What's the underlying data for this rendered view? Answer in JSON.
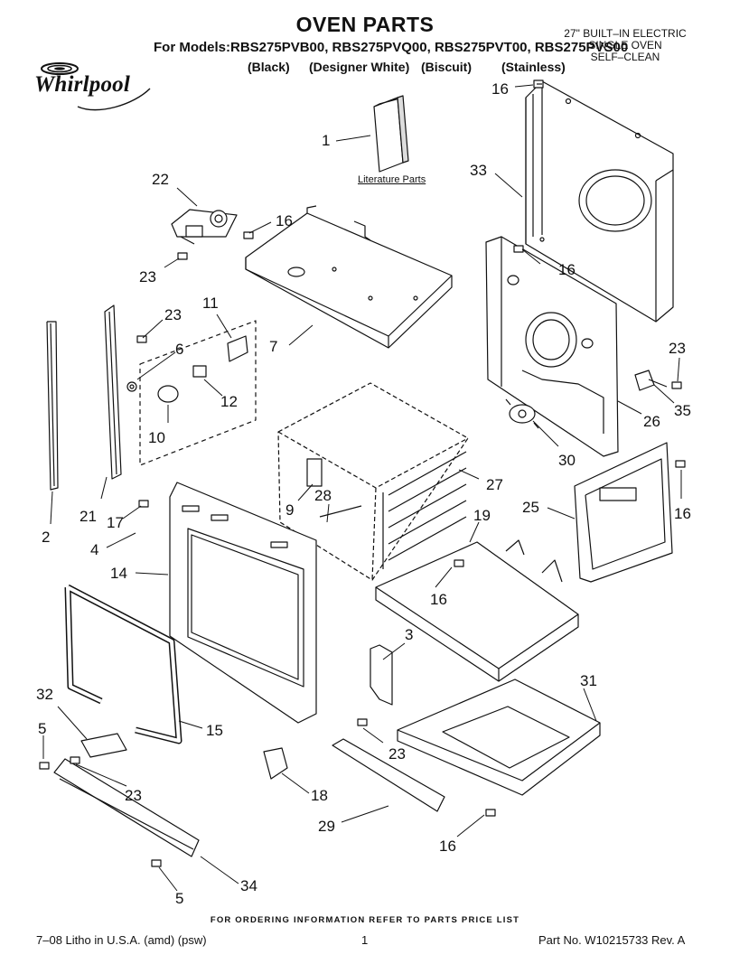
{
  "title": "OVEN PARTS",
  "models_line": "For Models:RBS275PVB00, RBS275PVQ00, RBS275PVT00, RBS275PVS00",
  "color_labels": [
    "(Black)",
    "(Designer White)",
    "(Biscuit)",
    "(Stainless)"
  ],
  "spec_lines": [
    "27\" BUILT–IN ELECTRIC",
    "SINGLE OVEN",
    "SELF–CLEAN"
  ],
  "brand": "Whirlpool",
  "literature_label": "Literature Parts",
  "callouts": [
    "16",
    "1",
    "33",
    "22",
    "16",
    "23",
    "16",
    "23",
    "11",
    "7",
    "6",
    "23",
    "12",
    "10",
    "35",
    "26",
    "30",
    "27",
    "9",
    "28",
    "25",
    "19",
    "17",
    "4",
    "21",
    "2",
    "16",
    "16",
    "14",
    "3",
    "31",
    "32",
    "15",
    "5",
    "23",
    "23",
    "18",
    "29",
    "16",
    "34",
    "5"
  ],
  "order_note": "FOR ORDERING INFORMATION REFER TO PARTS PRICE LIST",
  "footer": {
    "left": "7–08 Litho in U.S.A. (amd) (psw)",
    "page": "1",
    "right": "Part No. W10215733 Rev. A"
  }
}
